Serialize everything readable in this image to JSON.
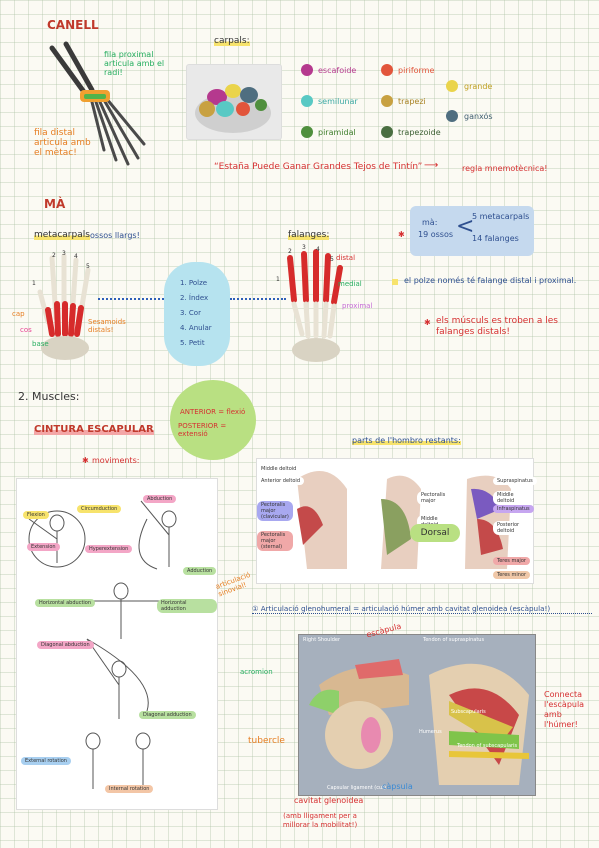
{
  "sections": {
    "canell": "CANELL",
    "ma": "MÀ",
    "muscles": "2. Muscles:",
    "cintura": "CINTURA ESCAPULAR"
  },
  "wrist": {
    "proximal_note": "fila proximal articula amb el radi!",
    "distal_note": "fila distal articula amb el mètac!"
  },
  "carpals": {
    "title": "carpals:",
    "bones": [
      {
        "name": "escafoide",
        "color": "#b5398e"
      },
      {
        "name": "piriforme",
        "color": "#e2553b"
      },
      {
        "name": "semilunar",
        "color": "#58c9c4"
      },
      {
        "name": "trapezi",
        "color": "#c8a141"
      },
      {
        "name": "piramidal",
        "color": "#4f8f3d"
      },
      {
        "name": "trapezoide",
        "color": "#4a6e41"
      },
      {
        "name": "grande",
        "color": "#ead44b"
      },
      {
        "name": "ganxós",
        "color": "#4f6e80"
      }
    ],
    "mnemonic": "“Estaña Puede Ganar Grandes Tejos de Tintín”",
    "mnemonic_arrow": "⟶",
    "mnemonic_note": "regla mnemotècnica!"
  },
  "hand": {
    "metacarpals_label": "metacarpals",
    "metacarpals_note": "ossos llargs!",
    "phalanges_label": "falanges:",
    "numbers_left": [
      "1",
      "2",
      "3",
      "4",
      "5"
    ],
    "numbers_right": [
      "1",
      "2",
      "3",
      "4",
      "5"
    ],
    "left_labels": {
      "cap": "cap",
      "cos": "cos",
      "base": "base",
      "sesamoids": "Sesamoids distals!"
    },
    "right_labels": {
      "distal": "distal",
      "medial": "medial",
      "proximal": "proximal"
    },
    "fingers": [
      "1. Polze",
      "2. Índex",
      "3. Cor",
      "4. Anular",
      "5. Petit"
    ],
    "summary": {
      "ma": "mà:",
      "ossos": "19 ossos",
      "meta": "5 metacarpals",
      "fal": "14 falanges"
    },
    "note_thumb": "el polze només té falange distal i proximal.",
    "note_muscles": "els músculs es troben a les falanges distals!"
  },
  "muscles": {
    "anterior": "ANTERIOR = flexió",
    "posterior": "POSTERIOR = extensió",
    "movements": "moviments:",
    "shoulder_parts_title": "parts de l'hombro restants:",
    "dorsal": "Dorsal",
    "articulacio_note": "articulació sinovial!",
    "gleno": "① Articulació glenohumeral = articulació húmer amb cavitat glenoidea (escàpula!)",
    "escapula": "escàpula",
    "acromion": "acromion",
    "tuberculo": "tubercle",
    "capsula": "càpsula",
    "conecta": "Connecta l'escàpula amb l'húmer!",
    "cavitat": "cavitat glenoidea",
    "lligam": "(amb lligament per a millorar la mobilitat!)"
  },
  "movement_tags": [
    "Flexion",
    "Circumduction",
    "Extension",
    "Hyperextension",
    "Abduction",
    "Adduction",
    "Horizontal abduction",
    "Horizontal adduction",
    "Diagonal abduction",
    "Diagonal adduction",
    "External rotation",
    "Internal rotation"
  ],
  "shoulder_tags": {
    "left": [
      "Middle deltoid",
      "Anterior deltoid",
      "Pectoralis major (clavicular)",
      "Pectoralis major (sternal)"
    ],
    "center": [
      "Pectoralis major",
      "Middle deltoid"
    ],
    "right": [
      "Supraspinatus",
      "Middle deltoid",
      "Infraspinatus",
      "Posterior deltoid",
      "Teres major",
      "Teres minor"
    ]
  },
  "joint_image_labels": {
    "caption": "Right Shoulder",
    "supra": "Tendon of supraspinatus",
    "subscap": "Subscapularis",
    "humerus": "Humerus",
    "tendon_subscap": "Tendon of subscapularis",
    "capsular": "Capsular ligament (cut)"
  }
}
